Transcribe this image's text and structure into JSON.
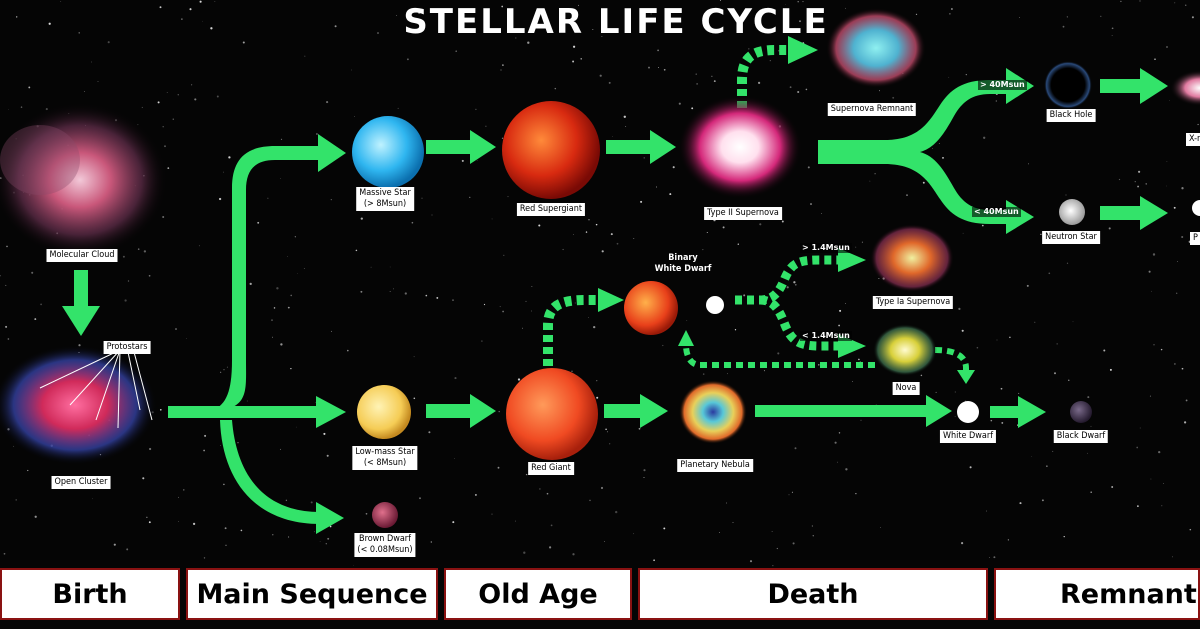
{
  "title": "STELLAR LIFE CYCLE",
  "nodes": {
    "molecular_cloud": "Molecular Cloud",
    "protostars": "Protostars",
    "open_cluster": "Open Cluster",
    "massive_star_line1": "Massive Star",
    "massive_star_line2": "(> 8Msun)",
    "low_mass_star_line1": "Low-mass Star",
    "low_mass_star_line2": "(< 8Msun)",
    "brown_dwarf_line1": "Brown Dwarf",
    "brown_dwarf_line2": "(< 0.08Msun)",
    "red_supergiant": "Red Supergiant",
    "red_giant": "Red Giant",
    "type2_supernova": "Type II Supernova",
    "supernova_remnant": "Supernova Remnant",
    "black_hole": "Black Hole",
    "neutron_star": "Neutron Star",
    "xray": "X-ray",
    "pulsar": "P",
    "binary_white_dwarf_line1": "Binary",
    "binary_white_dwarf_line2": "White Dwarf",
    "type1a_supernova": "Type Ia Supernova",
    "nova": "Nova",
    "planetary_nebula": "Planetary Nebula",
    "white_dwarf": "White Dwarf",
    "black_dwarf": "Black Dwarf"
  },
  "thresholds": {
    "over_40": "> 40Msun",
    "under_40": "< 40Msun",
    "over_1_4": "> 1.4Msun",
    "under_1_4": "< 1.4Msun"
  },
  "stages": [
    "Birth",
    "Main Sequence",
    "Old Age",
    "Death",
    "Remnant"
  ],
  "colors": {
    "arrow": "#33e36a",
    "stage_border": "#8a1212",
    "background": "#050505"
  }
}
